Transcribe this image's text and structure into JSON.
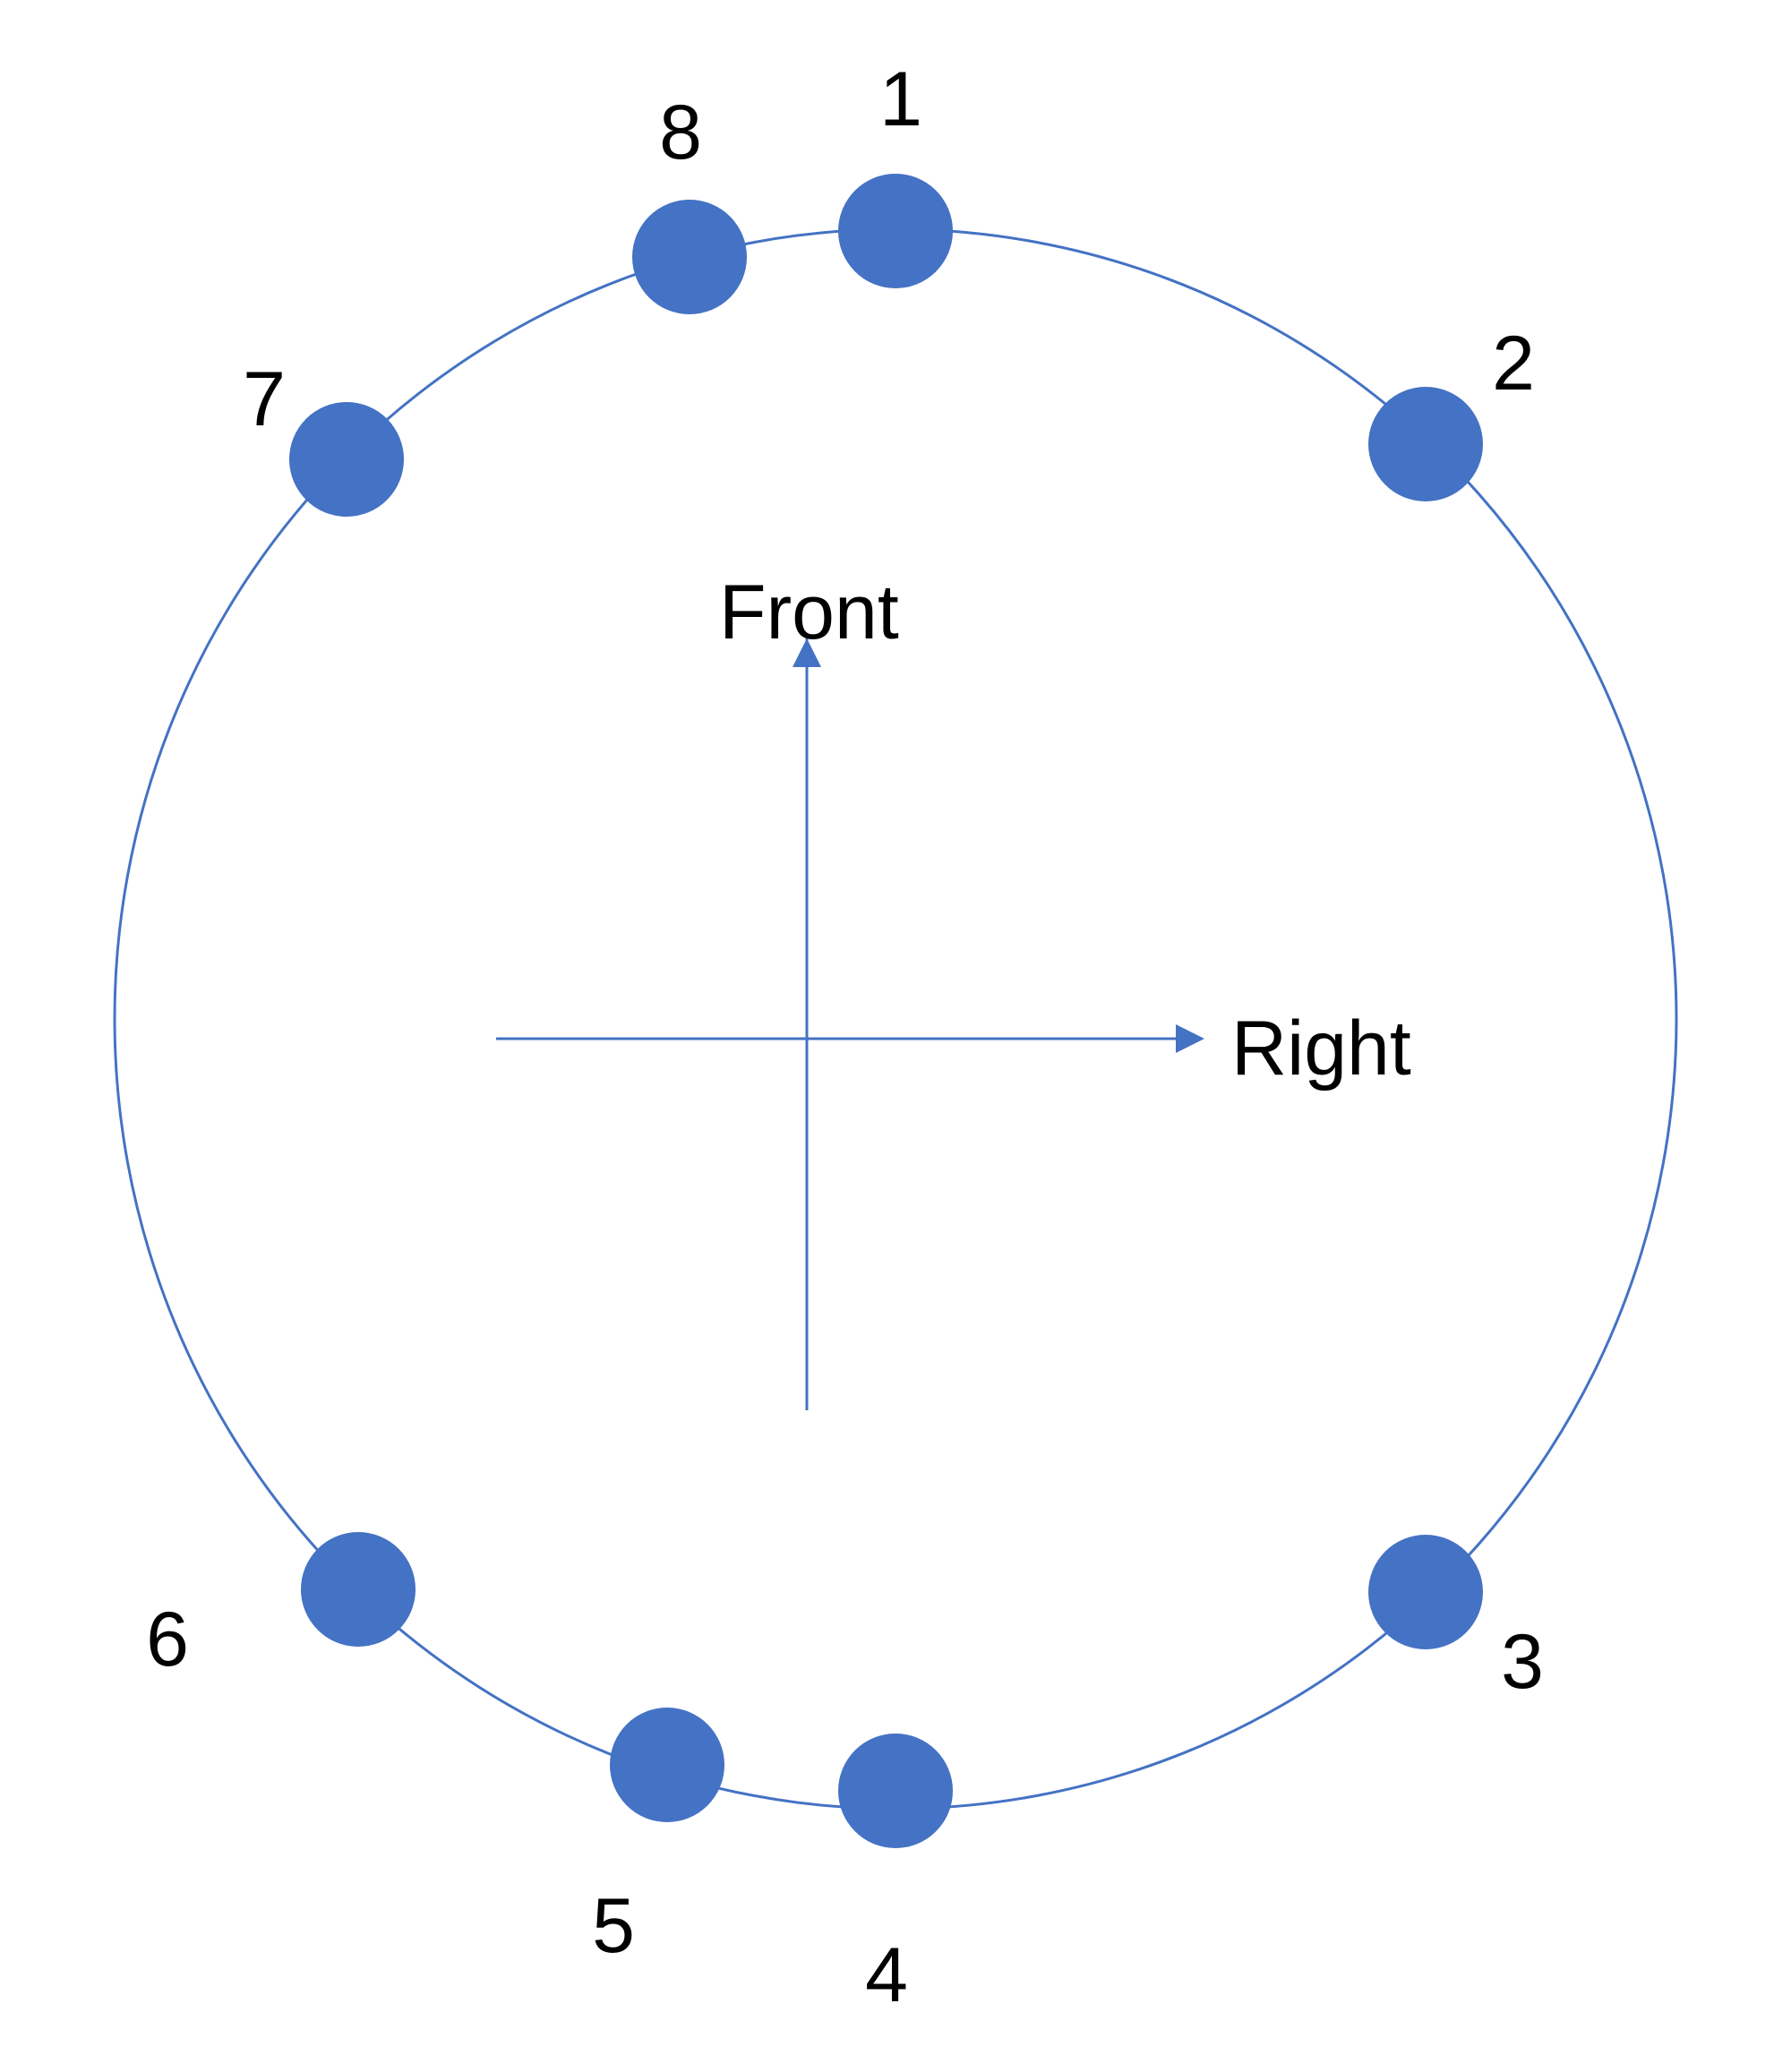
{
  "colors": {
    "accent": "#4472C4",
    "text": "#000000",
    "background": "#FFFFFF"
  },
  "axes": {
    "front_label": "Front",
    "right_label": "Right"
  },
  "sensors": [
    {
      "id": "1",
      "label": "1"
    },
    {
      "id": "2",
      "label": "2"
    },
    {
      "id": "3",
      "label": "3"
    },
    {
      "id": "4",
      "label": "4"
    },
    {
      "id": "5",
      "label": "5"
    },
    {
      "id": "6",
      "label": "6"
    },
    {
      "id": "7",
      "label": "7"
    },
    {
      "id": "8",
      "label": "8"
    }
  ]
}
